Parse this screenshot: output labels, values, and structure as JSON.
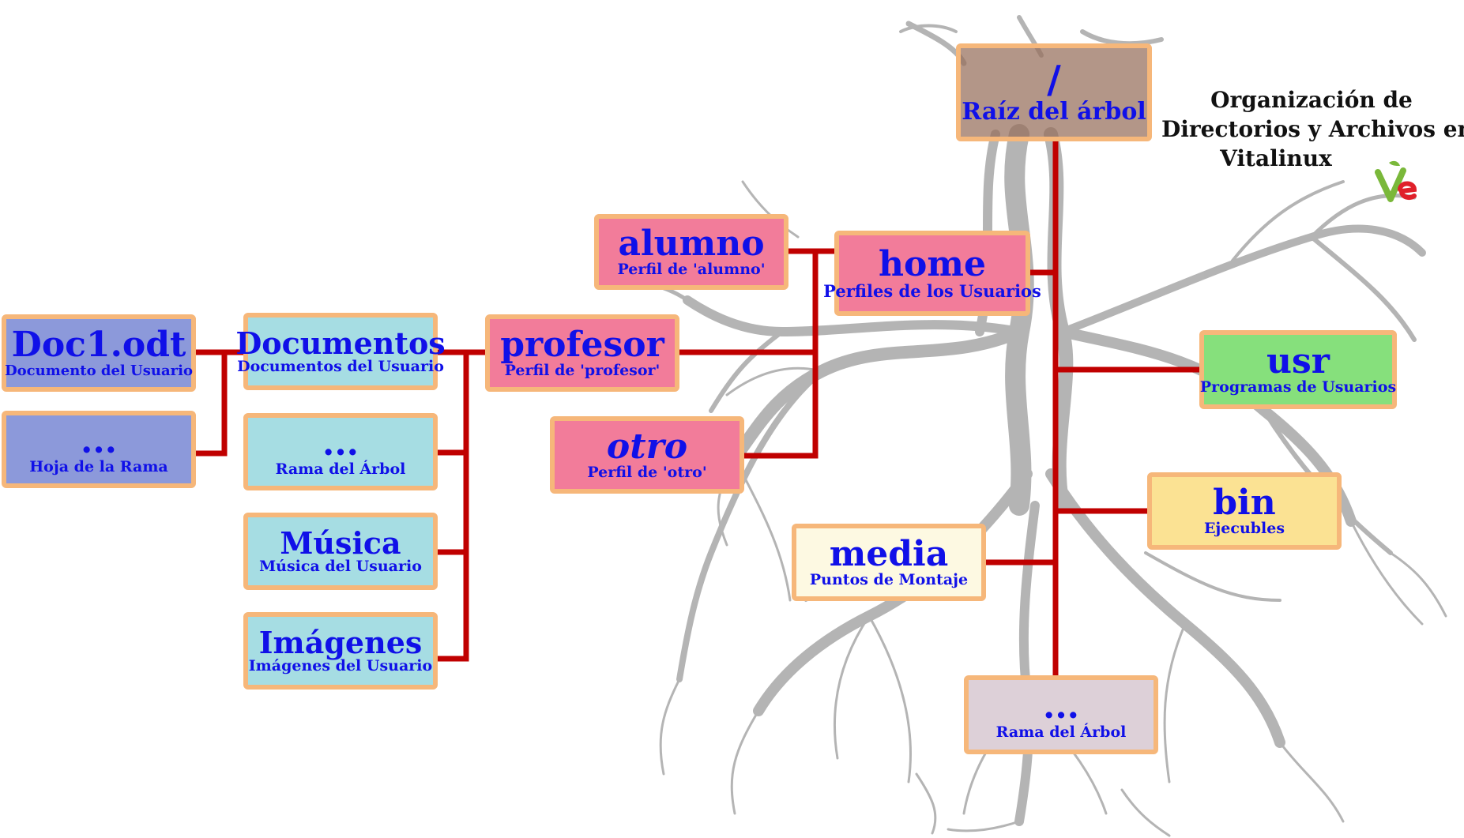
{
  "title": {
    "lines": [
      "Organización de",
      "Directorios y Archivos en",
      "Vitalinux"
    ]
  },
  "logo": {
    "icon": "vitalinux-logo-icon",
    "colors": [
      "#7ab83a",
      "#e0202a"
    ]
  },
  "colors": {
    "connector": "#c00000",
    "border": "#f6b77a",
    "text": "#1010e8",
    "tree": "#9a9a9a"
  },
  "nodes": {
    "root": {
      "label": "/",
      "sub": "Raíz del árbol"
    },
    "home": {
      "label": "home",
      "sub": "Perfiles de los Usuarios"
    },
    "alumno": {
      "label": "alumno",
      "sub": "Perfil de 'alumno'"
    },
    "profesor": {
      "label": "profesor",
      "sub": "Perfil de 'profesor'"
    },
    "otro": {
      "label": "otro",
      "sub": "Perfil de 'otro'"
    },
    "usr": {
      "label": "usr",
      "sub": "Programas de Usuarios"
    },
    "bin": {
      "label": "bin",
      "sub": "Ejecubles"
    },
    "media": {
      "label": "media",
      "sub": "Puntos de Montaje"
    },
    "dots_root": {
      "label": "...",
      "sub": "Rama del Árbol"
    },
    "documentos": {
      "label": "Documentos",
      "sub": "Documentos del Usuario"
    },
    "dots_branch": {
      "label": "...",
      "sub": "Rama del Árbol"
    },
    "musica": {
      "label": "Música",
      "sub": "Música del Usuario"
    },
    "imagenes": {
      "label": "Imágenes",
      "sub": "Imágenes del Usuario"
    },
    "doc1": {
      "label": "Doc1.odt",
      "sub": "Documento del Usuario"
    },
    "dots_leaf": {
      "label": "...",
      "sub": "Hoja de la Rama"
    }
  },
  "edges": [
    [
      "root",
      "home"
    ],
    [
      "root",
      "usr"
    ],
    [
      "root",
      "bin"
    ],
    [
      "root",
      "media"
    ],
    [
      "root",
      "dots_root"
    ],
    [
      "home",
      "alumno"
    ],
    [
      "home",
      "profesor"
    ],
    [
      "home",
      "otro"
    ],
    [
      "profesor",
      "documentos"
    ],
    [
      "profesor",
      "dots_branch"
    ],
    [
      "profesor",
      "musica"
    ],
    [
      "profesor",
      "imagenes"
    ],
    [
      "documentos",
      "doc1"
    ],
    [
      "documentos",
      "dots_leaf"
    ]
  ]
}
